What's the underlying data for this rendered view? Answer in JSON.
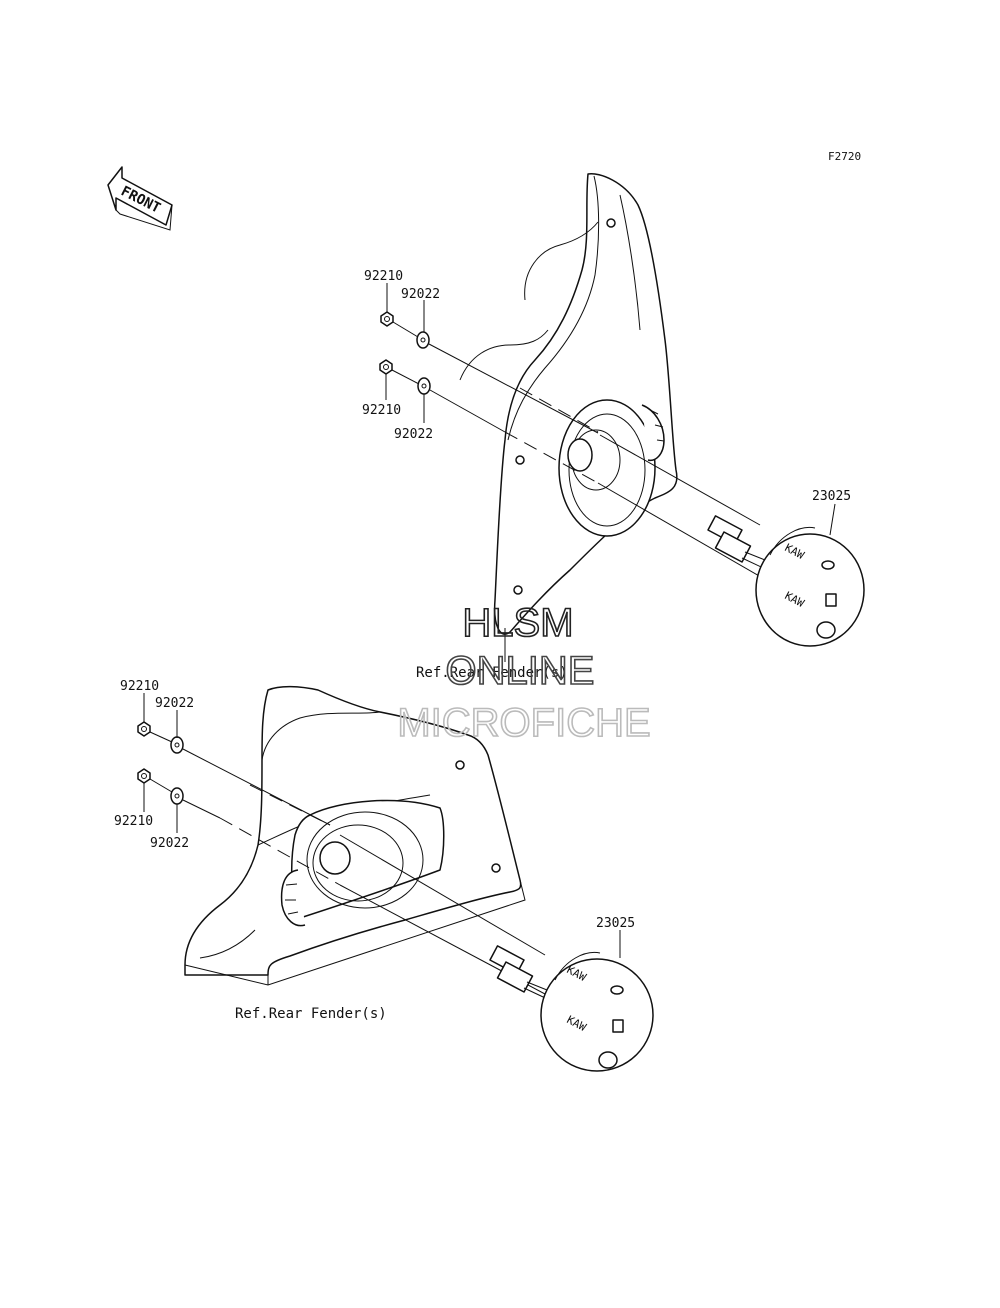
{
  "figure_code": "F2720",
  "front_label": "FRONT",
  "upper": {
    "nut_top": "92210",
    "washer_top": "92022",
    "nut_bottom": "92210",
    "washer_bottom": "92022",
    "lamp": "23025",
    "ref": "Ref.Rear Fender(s)"
  },
  "lower": {
    "nut_top": "92210",
    "washer_top": "92022",
    "nut_bottom": "92210",
    "washer_bottom": "92022",
    "lamp": "23025",
    "ref": "Ref.Rear Fender(s)"
  },
  "watermark": {
    "line1": "HLSM",
    "line2": "ONLINE",
    "line3": "MICROFICHE"
  }
}
